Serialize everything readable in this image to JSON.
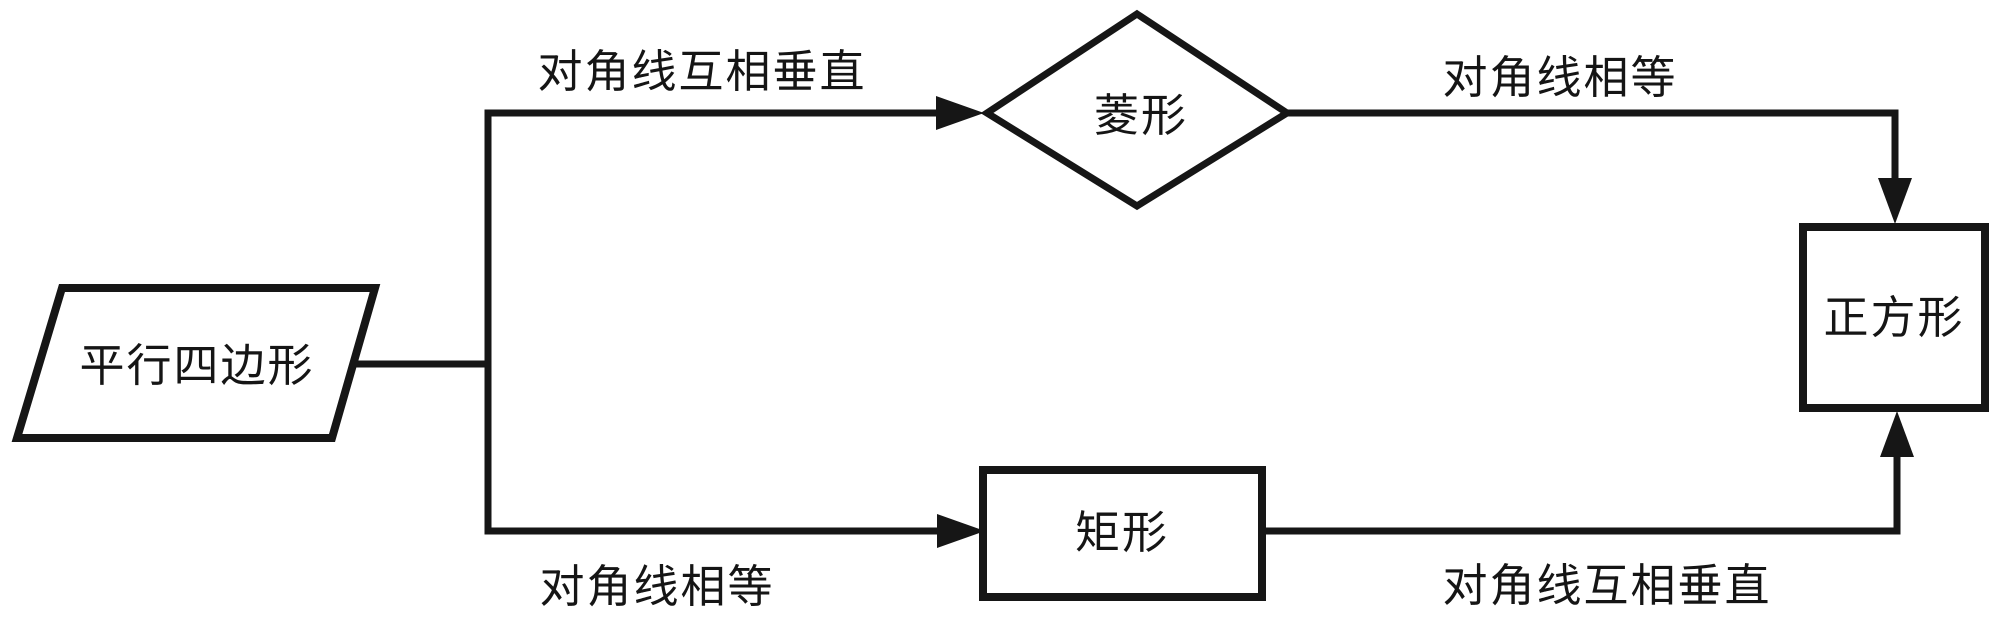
{
  "diagram": {
    "title": "quadrilateral-transformation-flowchart",
    "colors": {
      "background": "#ffffff",
      "stroke": "#161616",
      "text": "#151515"
    },
    "nodes": [
      {
        "id": "parallelogram",
        "shape": "parallelogram",
        "label": "平行四边形"
      },
      {
        "id": "rhombus",
        "shape": "diamond",
        "label": "菱形"
      },
      {
        "id": "rectangle",
        "shape": "rectangle",
        "label": "矩形"
      },
      {
        "id": "square",
        "shape": "square",
        "label": "正方形"
      }
    ],
    "edges": [
      {
        "from": "parallelogram",
        "to": "rhombus",
        "label": "对角线互相垂直",
        "label_position": "above-line"
      },
      {
        "from": "rhombus",
        "to": "square",
        "label": "对角线相等",
        "label_position": "above-line"
      },
      {
        "from": "parallelogram",
        "to": "rectangle",
        "label": "对角线相等",
        "label_position": "below-line"
      },
      {
        "from": "rectangle",
        "to": "square",
        "label": "对角线互相垂直",
        "label_position": "below-line"
      }
    ]
  }
}
